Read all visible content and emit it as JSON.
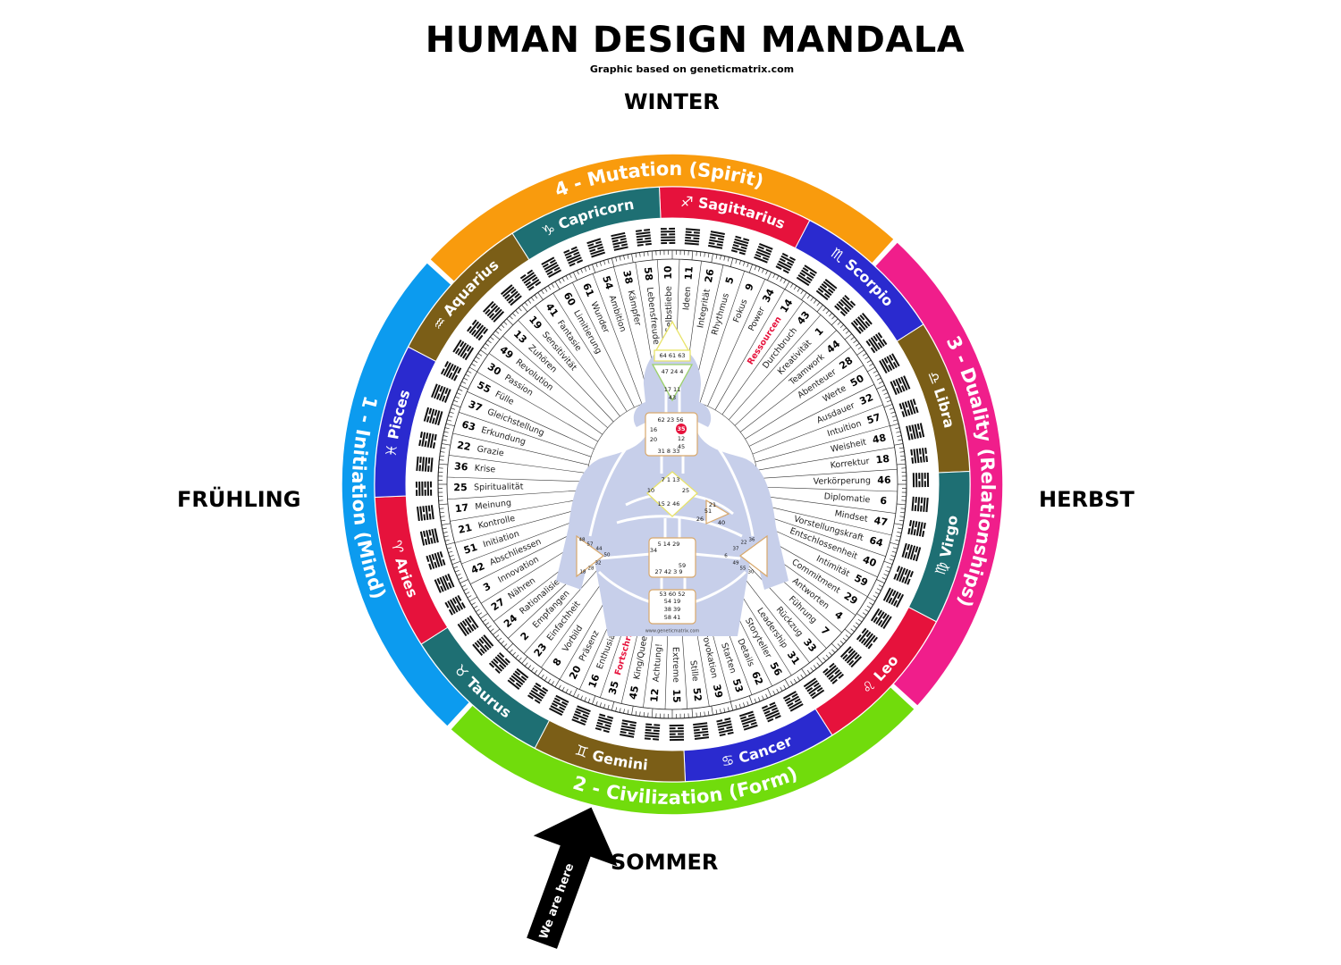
{
  "title": "HUMAN DESIGN MANDALA",
  "subtitle": "Graphic based on geneticmatrix.com",
  "seasons": {
    "top": "WINTER",
    "left": "FRÜHLING",
    "right": "HERBST",
    "bottom": "SOMMER"
  },
  "arrow_label": "We are here",
  "watermark": "www.geneticmatrix.com",
  "quarters": [
    {
      "label": "4 - Mutation (Spirit)",
      "color": "#F99B0D"
    },
    {
      "label": "3 - Duality (Relationships)",
      "color": "#F01E8B"
    },
    {
      "label": "2 - Civilization (Form)",
      "color": "#71DC0C"
    },
    {
      "label": "1 - Initiation (Mind)",
      "color": "#0C9BEF"
    }
  ],
  "signs": [
    {
      "name": "Sagittarius",
      "symbol": "♐",
      "color": "#E6123C"
    },
    {
      "name": "Scorpio",
      "symbol": "♏",
      "color": "#2A2ACF"
    },
    {
      "name": "Libra",
      "symbol": "♎",
      "color": "#7B5E17"
    },
    {
      "name": "Virgo",
      "symbol": "♍",
      "color": "#1E6F73"
    },
    {
      "name": "Leo",
      "symbol": "♌",
      "color": "#E6123C"
    },
    {
      "name": "Cancer",
      "symbol": "♋",
      "color": "#2A2ACF"
    },
    {
      "name": "Gemini",
      "symbol": "♊",
      "color": "#7B5E17"
    },
    {
      "name": "Taurus",
      "symbol": "♉",
      "color": "#1E6F73"
    },
    {
      "name": "Aries",
      "symbol": "♈",
      "color": "#E6123C"
    },
    {
      "name": "Pisces",
      "symbol": "♓",
      "color": "#2A2ACF"
    },
    {
      "name": "Aquarius",
      "symbol": "♒",
      "color": "#7B5E17"
    },
    {
      "name": "Capricorn",
      "symbol": "♑",
      "color": "#1E6F73"
    }
  ],
  "gates": [
    {
      "n": "10",
      "w": "Selbstliebe"
    },
    {
      "n": "11",
      "w": "Ideen"
    },
    {
      "n": "26",
      "w": "Integrität"
    },
    {
      "n": "5",
      "w": "Rhythmus"
    },
    {
      "n": "9",
      "w": "Fokus"
    },
    {
      "n": "34",
      "w": "Power"
    },
    {
      "n": "14",
      "w": "Ressourcen",
      "hl": true
    },
    {
      "n": "43",
      "w": "Durchbruch"
    },
    {
      "n": "1",
      "w": "Kreativität"
    },
    {
      "n": "44",
      "w": "Teamwork"
    },
    {
      "n": "28",
      "w": "Abenteuer"
    },
    {
      "n": "50",
      "w": "Werte"
    },
    {
      "n": "32",
      "w": "Ausdauer"
    },
    {
      "n": "57",
      "w": "Intuition"
    },
    {
      "n": "48",
      "w": "Weisheit"
    },
    {
      "n": "18",
      "w": "Korrektur"
    },
    {
      "n": "46",
      "w": "Verkörperung"
    },
    {
      "n": "6",
      "w": "Diplomatie"
    },
    {
      "n": "47",
      "w": "Mindset"
    },
    {
      "n": "64",
      "w": "Vorstellungskraft"
    },
    {
      "n": "40",
      "w": "Entschlossenheit"
    },
    {
      "n": "59",
      "w": "Intimität"
    },
    {
      "n": "29",
      "w": "Commitment"
    },
    {
      "n": "4",
      "w": "Antworten"
    },
    {
      "n": "7",
      "w": "Führung"
    },
    {
      "n": "33",
      "w": "Rückzug"
    },
    {
      "n": "31",
      "w": "Leadership"
    },
    {
      "n": "56",
      "w": "Storyteller"
    },
    {
      "n": "62",
      "w": "Details"
    },
    {
      "n": "53",
      "w": "Starten"
    },
    {
      "n": "39",
      "w": "Provokation"
    },
    {
      "n": "52",
      "w": "Stille"
    },
    {
      "n": "15",
      "w": "Extreme"
    },
    {
      "n": "12",
      "w": "Achtung!"
    },
    {
      "n": "45",
      "w": "King/Queen"
    },
    {
      "n": "35",
      "w": "Fortschritt",
      "hl": true
    },
    {
      "n": "16",
      "w": "Enthusiasmus"
    },
    {
      "n": "20",
      "w": "Präsenz"
    },
    {
      "n": "8",
      "w": "Vorbild"
    },
    {
      "n": "23",
      "w": "Einfachheit"
    },
    {
      "n": "2",
      "w": "Empfangen"
    },
    {
      "n": "24",
      "w": "Rationalisieren"
    },
    {
      "n": "27",
      "w": "Nähren"
    },
    {
      "n": "3",
      "w": "Innovation"
    },
    {
      "n": "42",
      "w": "Abschliessen"
    },
    {
      "n": "51",
      "w": "Initiation"
    },
    {
      "n": "21",
      "w": "Kontrolle"
    },
    {
      "n": "17",
      "w": "Meinung"
    },
    {
      "n": "25",
      "w": "Spiritualität"
    },
    {
      "n": "36",
      "w": "Krise"
    },
    {
      "n": "22",
      "w": "Grazie"
    },
    {
      "n": "63",
      "w": "Erkundung"
    },
    {
      "n": "37",
      "w": "Gleichstellung"
    },
    {
      "n": "55",
      "w": "Fülle"
    },
    {
      "n": "30",
      "w": "Passion"
    },
    {
      "n": "49",
      "w": "Revolution"
    },
    {
      "n": "13",
      "w": "Zuhören"
    },
    {
      "n": "19",
      "w": "Sensitivität"
    },
    {
      "n": "41",
      "w": "Fantasie"
    },
    {
      "n": "60",
      "w": "Limitierung"
    },
    {
      "n": "61",
      "w": "Wunder"
    },
    {
      "n": "54",
      "w": "Ambition"
    },
    {
      "n": "38",
      "w": "Kämpfer"
    },
    {
      "n": "58",
      "w": "Lebensfreude"
    }
  ],
  "bodygraph": {
    "head": "64 61 63",
    "ajna": "47 24 4",
    "ajna_low": "17    11",
    "ajna_43": "43",
    "throat_top": "62 23 56",
    "throat_rows": [
      "16",
      "20",
      "31  8  33"
    ],
    "throat_right": [
      "35",
      "12",
      "45"
    ],
    "g_top": "7   1   13",
    "g_sides": [
      "10",
      "25"
    ],
    "g_bottom": "15  2  46",
    "heart": [
      "21",
      "51",
      "26",
      "40"
    ],
    "sacral_top": "5  14  29",
    "sacral_mid": [
      "34",
      "59"
    ],
    "sacral_bottom": "27      42  3   9",
    "spleen": [
      "48",
      "57",
      "44",
      "50",
      "32",
      "28",
      "18"
    ],
    "solar": [
      "36",
      "22",
      "37",
      "6",
      "49",
      "55",
      "30"
    ],
    "root_top": "53 60 52",
    "root_rows": [
      "54  19",
      "38  39",
      "58  41"
    ]
  }
}
